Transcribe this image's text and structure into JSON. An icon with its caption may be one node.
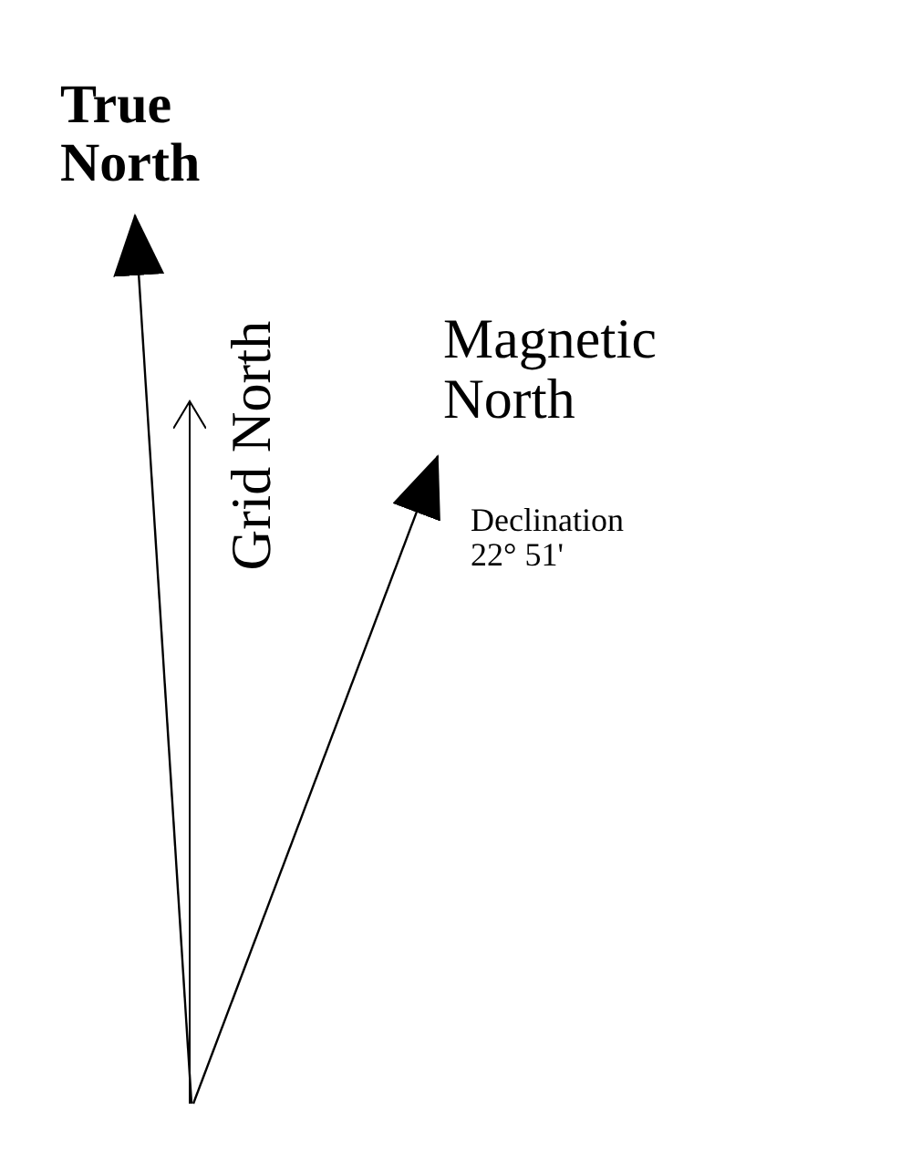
{
  "diagram": {
    "labels": [
      "True North",
      "Grid North",
      "Magnetic North",
      "Declination 22° 51'"
    ]
  }
}
